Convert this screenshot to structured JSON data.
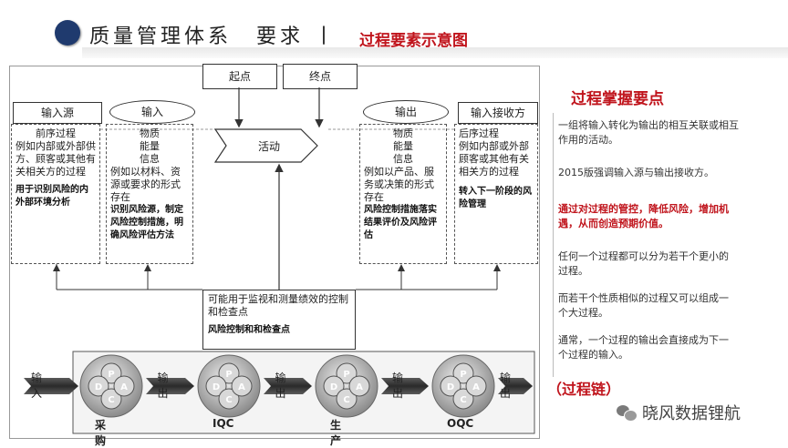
{
  "header": {
    "title": "质量管理体系",
    "title2": "要求",
    "separator": "丨",
    "subtitle": "过程要素示意图"
  },
  "diagram": {
    "start": "起点",
    "end": "终点",
    "activity": "活动",
    "input_source": {
      "title": "输入源",
      "heading": "前序过程",
      "desc": "例如内部或外部供方、顾客或其他有关相关方的过程",
      "note": "用于识别风险的内外部环境分析"
    },
    "input": {
      "title": "输入",
      "heading": "物质\n能量\n信息",
      "desc": "例如以材料、资源或要求的形式存在",
      "note": "识别风险源，制定风险控制措施，明确风险评估方法"
    },
    "output": {
      "title": "输出",
      "heading": "物质\n能量\n信息",
      "desc": "例如以产品、服务或决策的形式存在",
      "note": "风险控制措施落实结果评价及风险评估"
    },
    "output_receiver": {
      "title": "输入接收方",
      "heading": "后序过程",
      "desc": "例如内部或外部顾客或其他有关相关方的过程",
      "note": "转入下一阶段的风险管理"
    },
    "checkpoint": {
      "desc": "可能用于监视和测量绩效的控制和检查点",
      "note": "风险控制和和检查点"
    },
    "chain": {
      "input_label": "输入",
      "output_label": "输出",
      "stages": [
        "采购",
        "IQC",
        "生产",
        "OQC"
      ],
      "pdca": [
        "P",
        "D",
        "C",
        "A"
      ]
    }
  },
  "panel": {
    "title": "过程掌握要点",
    "items": [
      "一组将输入转化为输出的相互关联或相互作用的活动。",
      "2015版强调输入源与输出接收方。",
      "通过对过程的管控，降低风险，增加机遇，从而创造预期价值。",
      "任何一个过程都可以分为若干个更小的过程。",
      "而若干个性质相似的过程又可以组成一个大过程。",
      "通常，一个过程的输出会直接成为下一个过程的输入。"
    ],
    "chain_label": "（过程链）"
  },
  "watermark": "晓风数据锂航",
  "colors": {
    "accent": "#c0141c",
    "navy": "#1f3a6e"
  }
}
